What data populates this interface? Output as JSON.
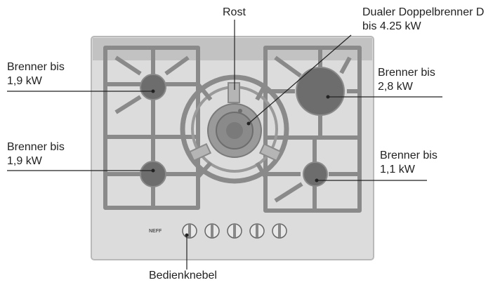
{
  "labels": {
    "rost": "Rost",
    "dual_burner": [
      "Dualer Doppelbrenner D",
      "bis 4.25 kW"
    ],
    "burner_top_left": [
      "Brenner bis",
      "1,9 kW"
    ],
    "burner_bottom_left": [
      "Brenner bis",
      "1,9 kW"
    ],
    "burner_top_right": [
      "Brenner bis",
      "2,8 kW"
    ],
    "burner_bottom_right": [
      "Brenner bis",
      "1,1 kW"
    ],
    "knobs": "Bedienknebel"
  },
  "brand_mark": "NEFF",
  "colors": {
    "panel": "#dcdcdc",
    "panel_border": "#b9b9b9",
    "top_strip": "#c2c2c2",
    "grate": "#8a8a8a",
    "grate_fill": "#b5b5b5",
    "burner": "#6d6d6d",
    "leader_line": "#222222"
  }
}
